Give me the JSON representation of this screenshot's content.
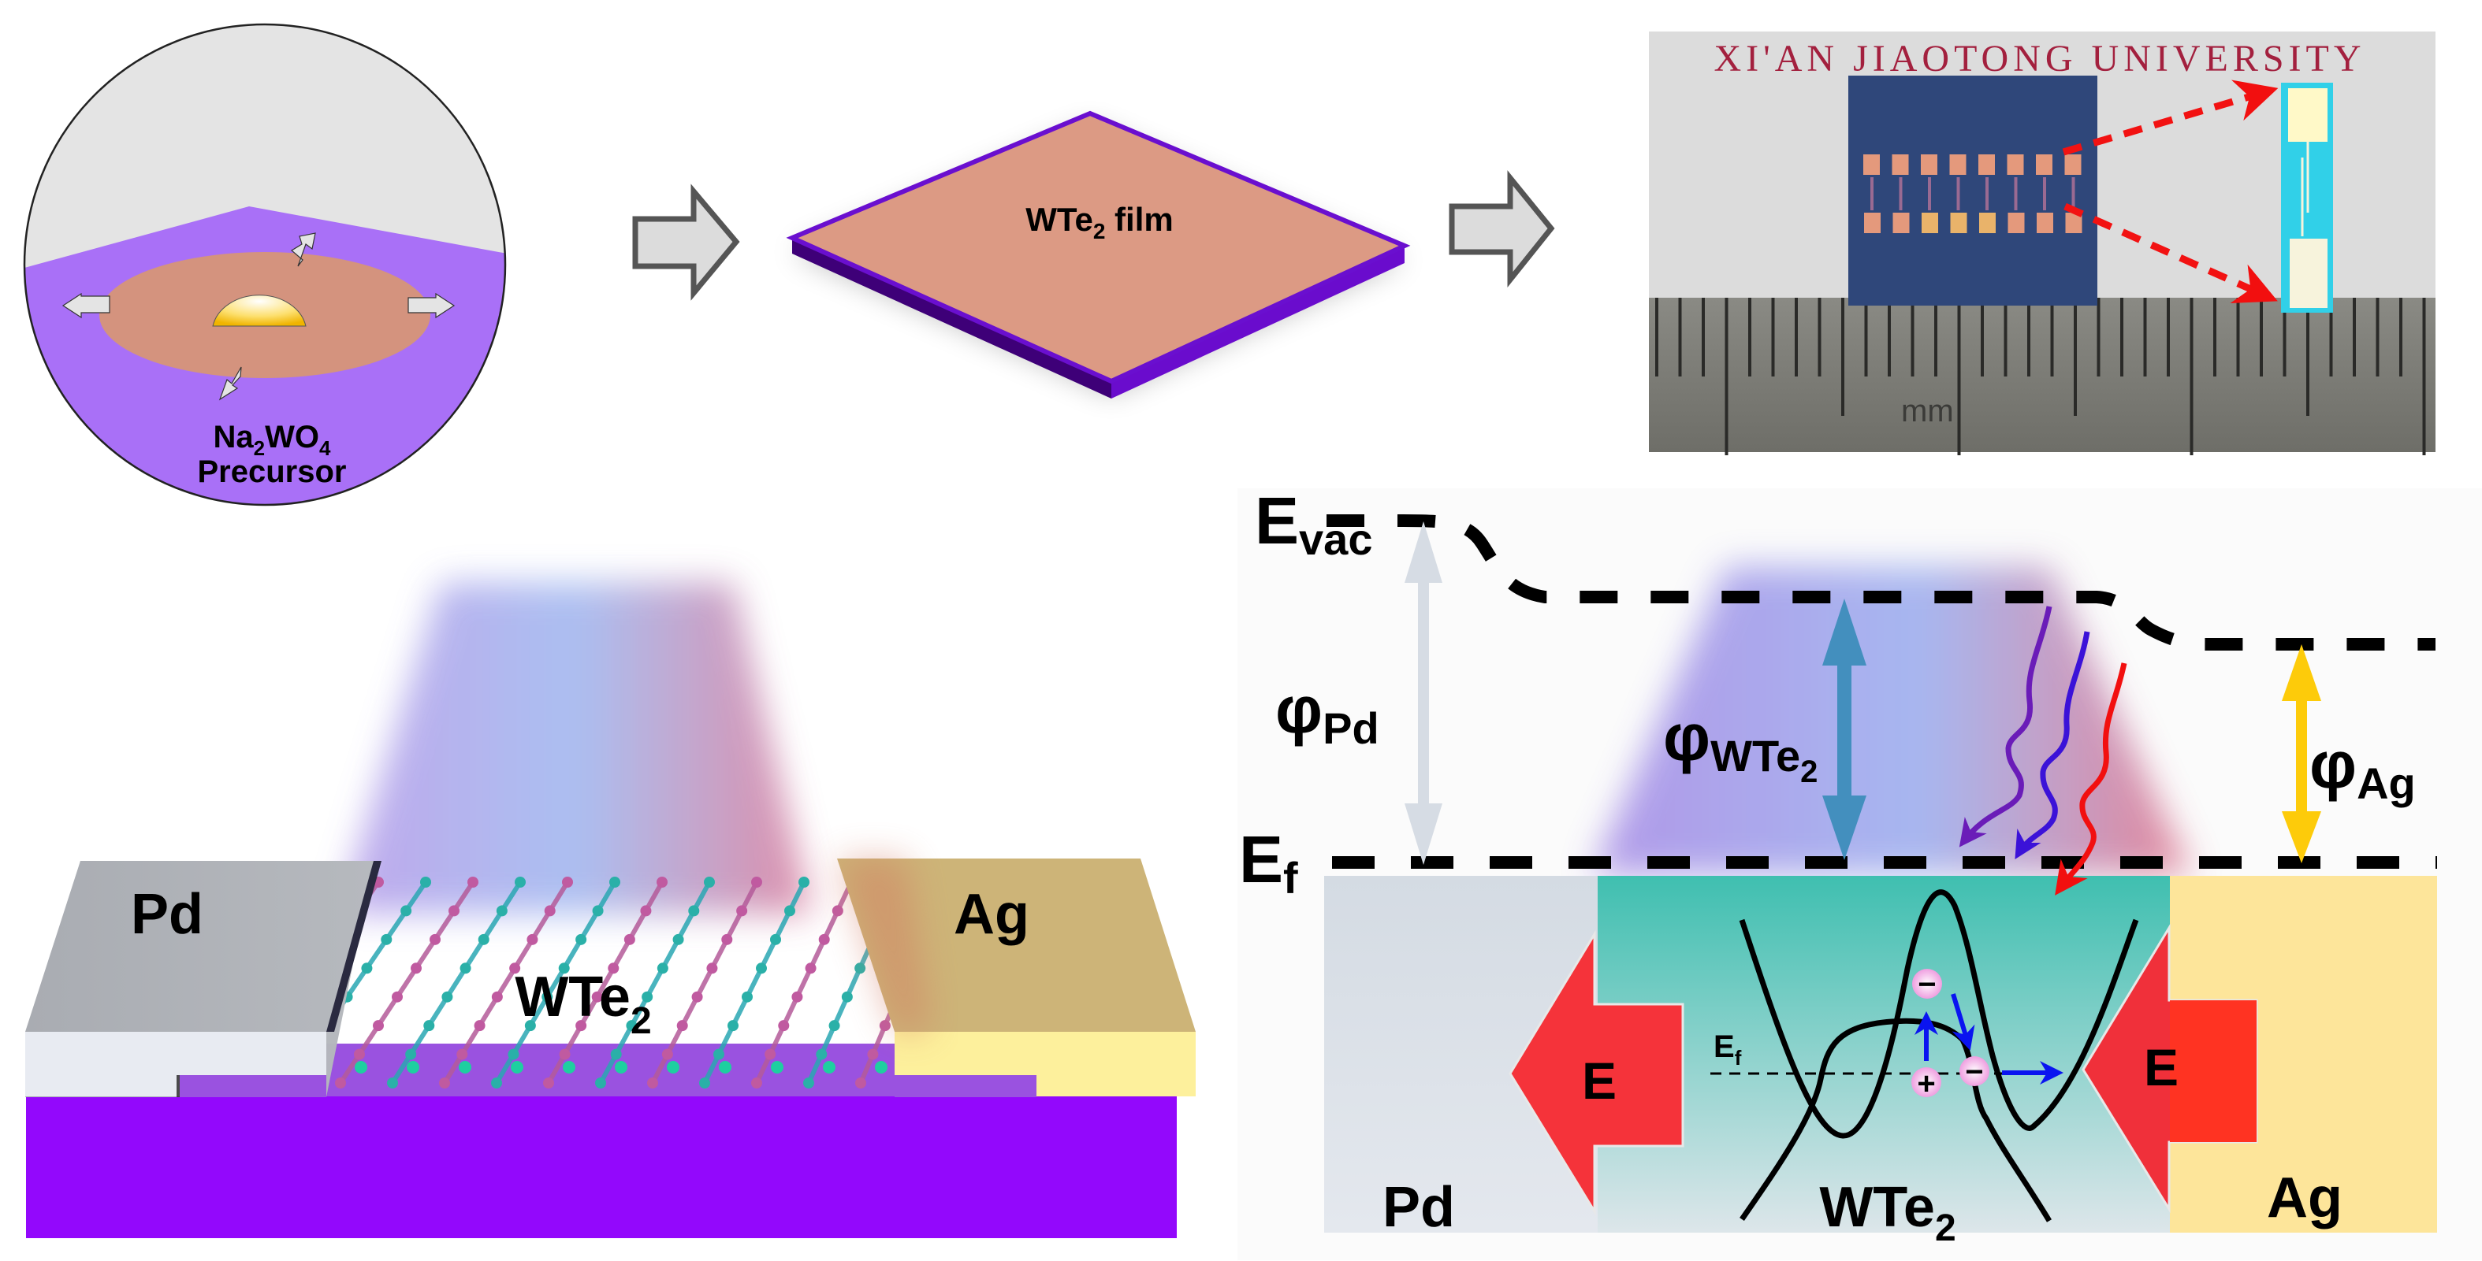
{
  "panels": {
    "precursor": {
      "label_line1_main": "Na",
      "label_line1_sub1": "2",
      "label_line1_mid": "WO",
      "label_line1_sub2": "4",
      "label_line2": "Precursor"
    },
    "film": {
      "label_main": "WTe",
      "label_sub": "2",
      "label_tail": " film"
    },
    "photo": {
      "institution_text": "XI'AN JIAOTONG UNIVERSITY",
      "ruler_unit": "mm",
      "device_count_per_row": 8
    },
    "device3d": {
      "left_electrode": "Pd",
      "right_electrode": "Ag",
      "channel_main": "WTe",
      "channel_sub": "2"
    },
    "band_diagram": {
      "evac_main": "E",
      "evac_sub": "vac",
      "ef_main": "E",
      "ef_sub": "f",
      "phi_symbol": "φ",
      "phi_pd_sub": "Pd",
      "phi_wte2_sub": "WTe",
      "phi_wte2_sub2": "2",
      "phi_ag_sub": "Ag",
      "field_label": "E",
      "inner_ef_main": "E",
      "inner_ef_sub": "f",
      "electron_sign": "−",
      "hole_sign": "+",
      "region_pd": "Pd",
      "region_wte2_main": "WTe",
      "region_wte2_sub": "2",
      "region_ag": "Ag"
    }
  },
  "colors": {
    "substrate_purple": "#a970f7",
    "film_salmon": "#dc9a84",
    "film_edge": "#6a0fcf",
    "arrow_gray": "#dcdcdc",
    "arrow_stroke": "#555555",
    "pd_gray": "#aeb1b6",
    "ag_gold": "#cdb478",
    "device_substrate": "#9308fc",
    "wte2_teal": "#45c2b3",
    "ag_yellow": "#fde59a",
    "pd_light": "#d8dde4",
    "field_red": "#f5333a",
    "phi_pd_arrow": "#d6dce4",
    "phi_wte2_arrow": "#438fbe",
    "phi_ag_arrow": "#fdcb0a"
  }
}
